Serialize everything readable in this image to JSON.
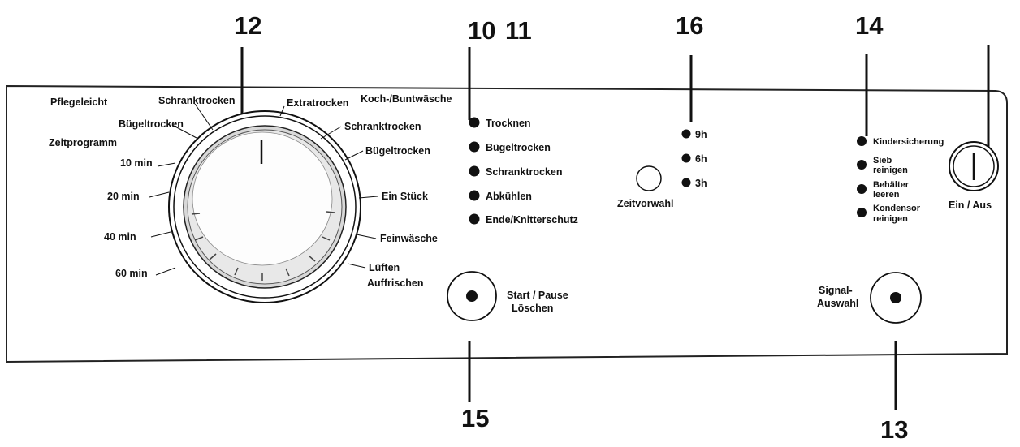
{
  "callouts": {
    "n12": "12",
    "n10": "10",
    "n11": "11",
    "n16": "16",
    "n14": "14",
    "n15": "15",
    "n13": "13"
  },
  "dial": {
    "left_labels": {
      "pflegeleicht": "Pflegeleicht",
      "schranktrocken": "Schranktrocken",
      "buegeltrocken": "Bügeltrocken",
      "zeitprogramm": "Zeitprogramm",
      "min10": "10 min",
      "min20": "20 min",
      "min40": "40 min",
      "min60": "60 min"
    },
    "right_labels": {
      "koch_buntwaesche": "Koch-/Buntwäsche",
      "extratrocken": "Extratrocken",
      "schranktrocken": "Schranktrocken",
      "buegeltrocken": "Bügeltrocken",
      "ein_stueck": "Ein Stück",
      "feinwaesche": "Feinwäsche",
      "lueften": "Lüften",
      "auffrischen": "Auffrischen"
    }
  },
  "program_indicators": [
    "Trocknen",
    "Bügeltrocken",
    "Schranktrocken",
    "Abkühlen",
    "Ende/Knitterschutz"
  ],
  "delay": {
    "options": [
      "9h",
      "6h",
      "3h"
    ],
    "button_label": "Zeitvorwahl"
  },
  "warnings": {
    "kindersicherung": "Kindersicherung",
    "sieb_line1": "Sieb",
    "sieb_line2": "reinigen",
    "behaelter_line1": "Behälter",
    "behaelter_line2": "leeren",
    "kondensor_line1": "Kondensor",
    "kondensor_line2": "reinigen"
  },
  "power": {
    "label": "Ein / Aus"
  },
  "start": {
    "line1": "Start / Pause",
    "line2": "Löschen"
  },
  "signal": {
    "line1": "Signal-",
    "line2": "Auswahl"
  }
}
